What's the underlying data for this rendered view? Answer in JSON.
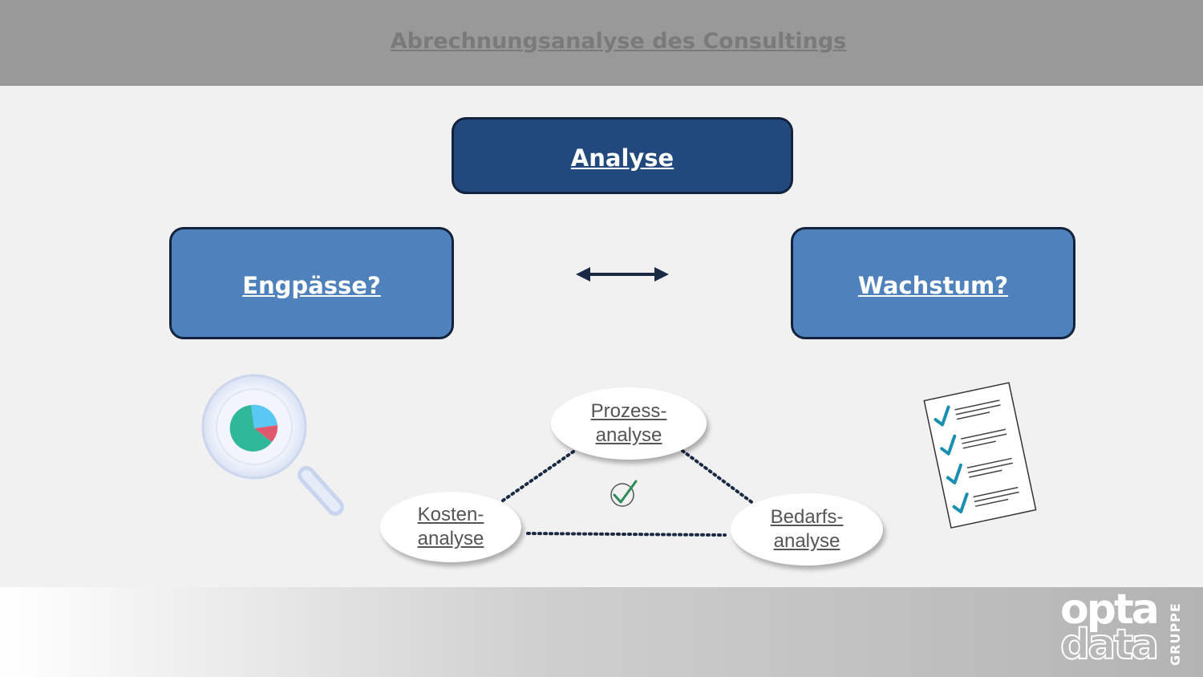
{
  "header": {
    "title": "Abrechnungsanalyse des Consultings"
  },
  "boxes": {
    "top": "Analyse",
    "left": "Engpässe?",
    "right": "Wachstum?"
  },
  "ellipses": {
    "prozess": {
      "line1": "Prozess-",
      "line2": "analyse"
    },
    "kosten": {
      "line1": "Kosten-",
      "line2": "analyse"
    },
    "bedarf": {
      "line1": "Bedarfs-",
      "line2": "analyse"
    }
  },
  "icons": {
    "magnifier": "magnifier-pie-chart-icon",
    "checklist": "checklist-icon",
    "center_check": "checkmark-circle-icon",
    "arrow": "double-arrow-icon"
  },
  "logo": {
    "line1": "opta",
    "line2": "data",
    "side": "GRUPPE"
  },
  "colors": {
    "header_bg": "#999999",
    "dark_blue": "#21497d",
    "mid_blue": "#4f81bd",
    "border": "#13223d",
    "pie_green": "#2fb89a",
    "pie_cyan": "#59c8f4",
    "pie_red": "#e0586e",
    "check_blue": "#1a8fb0",
    "check_green": "#2e8b57"
  }
}
